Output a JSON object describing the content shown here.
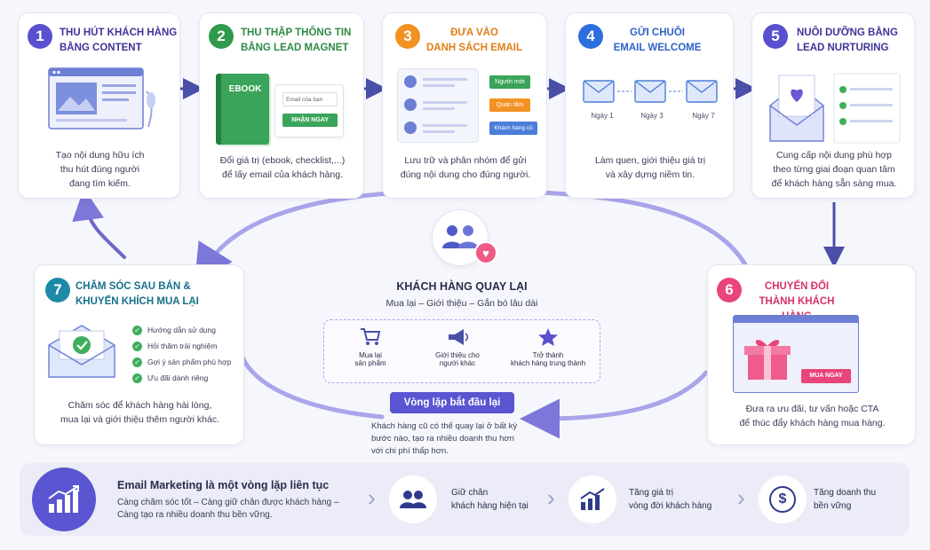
{
  "colors": {
    "purple": "#5a4fcf",
    "green": "#2f9a4b",
    "orange": "#f29222",
    "blue": "#2e6fde",
    "pink": "#e8457a",
    "teal": "#1d8aa8",
    "arrow": "#4a4fa8",
    "loop": "#8f8ae0"
  },
  "steps": [
    {
      "num": "1",
      "title": [
        "THU HÚT KHÁCH HÀNG",
        "BẰNG CONTENT"
      ],
      "desc": [
        "Tạo nội dung hữu ích",
        "thu hút đúng người",
        "đang tìm kiếm."
      ]
    },
    {
      "num": "2",
      "title": [
        "THU THẬP THÔNG TIN",
        "BẰNG LEAD MAGNET"
      ],
      "desc": [
        "Đổi giá trị (ebook, checklist,...)",
        "để lấy email của khách hàng."
      ],
      "ebook_label": "EBOOK",
      "email_placeholder": "Email của bạn",
      "cta": "NHẬN NGAY"
    },
    {
      "num": "3",
      "title": [
        "ĐƯA VÀO",
        "DANH SÁCH EMAIL"
      ],
      "desc": [
        "Lưu trữ và phân nhóm để gửi",
        "đúng nội dung cho đúng người."
      ],
      "tags": [
        "Người mới",
        "Quan tâm",
        "Khách hàng cũ"
      ]
    },
    {
      "num": "4",
      "title": [
        "GỬI CHUỖI",
        "EMAIL WELCOME"
      ],
      "desc": [
        "Làm quen, giới thiệu giá trị",
        "và xây dựng niềm tin."
      ],
      "days": [
        "Ngày 1",
        "Ngày 3",
        "Ngày 7"
      ]
    },
    {
      "num": "5",
      "title": [
        "NUÔI DƯỠNG BẰNG",
        "LEAD NURTURING"
      ],
      "desc": [
        "Cung cấp nội dung phù hợp",
        "theo từng giai đoạn quan tâm",
        "để khách hàng sẵn sàng mua."
      ]
    },
    {
      "num": "6",
      "title": [
        "CHUYỂN ĐỔI",
        "THÀNH KHÁCH HÀNG"
      ],
      "desc": [
        "Đưa ra ưu đãi, tư vấn hoặc CTA",
        "để thúc đẩy khách hàng mua hàng."
      ],
      "cta": "MUA NGAY"
    },
    {
      "num": "7",
      "title": [
        "CHĂM SÓC SAU BÁN &",
        "KHUYẾN KHÍCH MUA LẠI"
      ],
      "desc": [
        "Chăm sóc để khách hàng hài lòng,",
        "mua lại và giới thiệu thêm người khác."
      ],
      "checklist": [
        "Hướng dẫn sử dụng",
        "Hỏi thăm trải nghiệm",
        "Gợi ý sản phẩm phù hợp",
        "Ưu đãi dành riêng"
      ]
    }
  ],
  "center": {
    "title": "KHÁCH HÀNG QUAY LẠI",
    "subtitle": "Mua lại – Giới thiệu – Gắn bó lâu dài",
    "items": [
      {
        "icon": "cart-icon",
        "label": [
          "Mua lại",
          "sản phẩm"
        ]
      },
      {
        "icon": "megaphone-icon",
        "label": [
          "Giới thiệu cho",
          "người khác"
        ]
      },
      {
        "icon": "star-icon",
        "label": [
          "Trở thành",
          "khách hàng trung thành"
        ]
      }
    ],
    "loop_badge": "Vòng lặp bắt đầu lại",
    "loop_desc": [
      "Khách hàng cũ có thể quay lại ở bất kỳ",
      "bước nào, tạo ra nhiều doanh thu hơn",
      "với chi phí thấp hơn."
    ]
  },
  "footer": {
    "title": "Email Marketing là một vòng lặp liên tục",
    "desc": [
      "Càng chăm sóc tốt – Càng giữ chân được khách hàng –",
      "Càng tạo ra nhiều doanh thu bền vững."
    ],
    "benefits": [
      {
        "icon": "users-icon",
        "label": [
          "Giữ chân",
          "khách hàng hiện tại"
        ]
      },
      {
        "icon": "growth-chart-icon",
        "label": [
          "Tăng giá trị",
          "vòng đời khách hàng"
        ]
      },
      {
        "icon": "dollar-icon",
        "label": [
          "Tăng doanh thu",
          "bền vững"
        ]
      }
    ]
  }
}
